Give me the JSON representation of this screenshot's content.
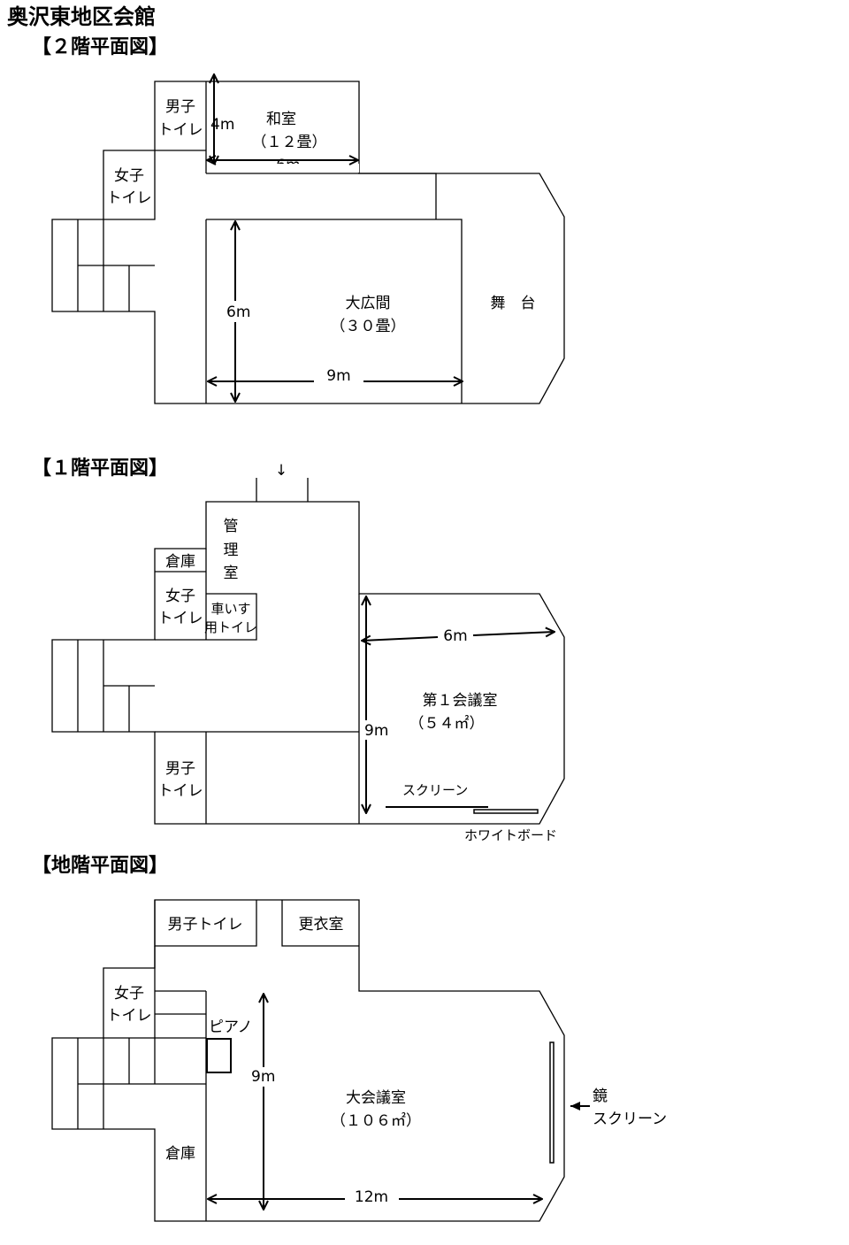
{
  "title": "奥沢東地区会館",
  "floor2": {
    "heading": "【２階平面図】",
    "mens_toilet": [
      "男子",
      "トイレ"
    ],
    "womens_toilet": [
      "女子",
      "トイレ"
    ],
    "washitsu": [
      "和室",
      "（１２畳）"
    ],
    "washitsu_depth": "4m",
    "washitsu_width": "6m",
    "hall": [
      "大広間",
      "（３０畳）"
    ],
    "hall_depth": "6m",
    "hall_width": "9m",
    "stage": "舞　台"
  },
  "floor1": {
    "heading": "【１階平面図】",
    "entrance_arrow": "↓",
    "office": [
      "管",
      "理",
      "室"
    ],
    "storage": "倉庫",
    "womens_toilet": [
      "女子",
      "トイレ"
    ],
    "wheelchair_toilet": [
      "車いす",
      "用トイレ"
    ],
    "mens_toilet": [
      "男子",
      "トイレ"
    ],
    "meeting_room": [
      "第１会議室",
      "（５４㎡）"
    ],
    "meeting_width": "6m",
    "meeting_depth": "9m",
    "screen": "スクリーン",
    "whiteboard": "ホワイトボード"
  },
  "basement": {
    "heading": "【地階平面図】",
    "mens_toilet": "男子トイレ",
    "changing_room": "更衣室",
    "womens_toilet": [
      "女子",
      "トイレ"
    ],
    "piano": "ピアノ",
    "storage": "倉庫",
    "hall": [
      "大会議室",
      "（１０６㎡）"
    ],
    "hall_depth": "9m",
    "hall_width": "12m",
    "mirror_screen": [
      "鏡",
      "スクリーン"
    ]
  }
}
